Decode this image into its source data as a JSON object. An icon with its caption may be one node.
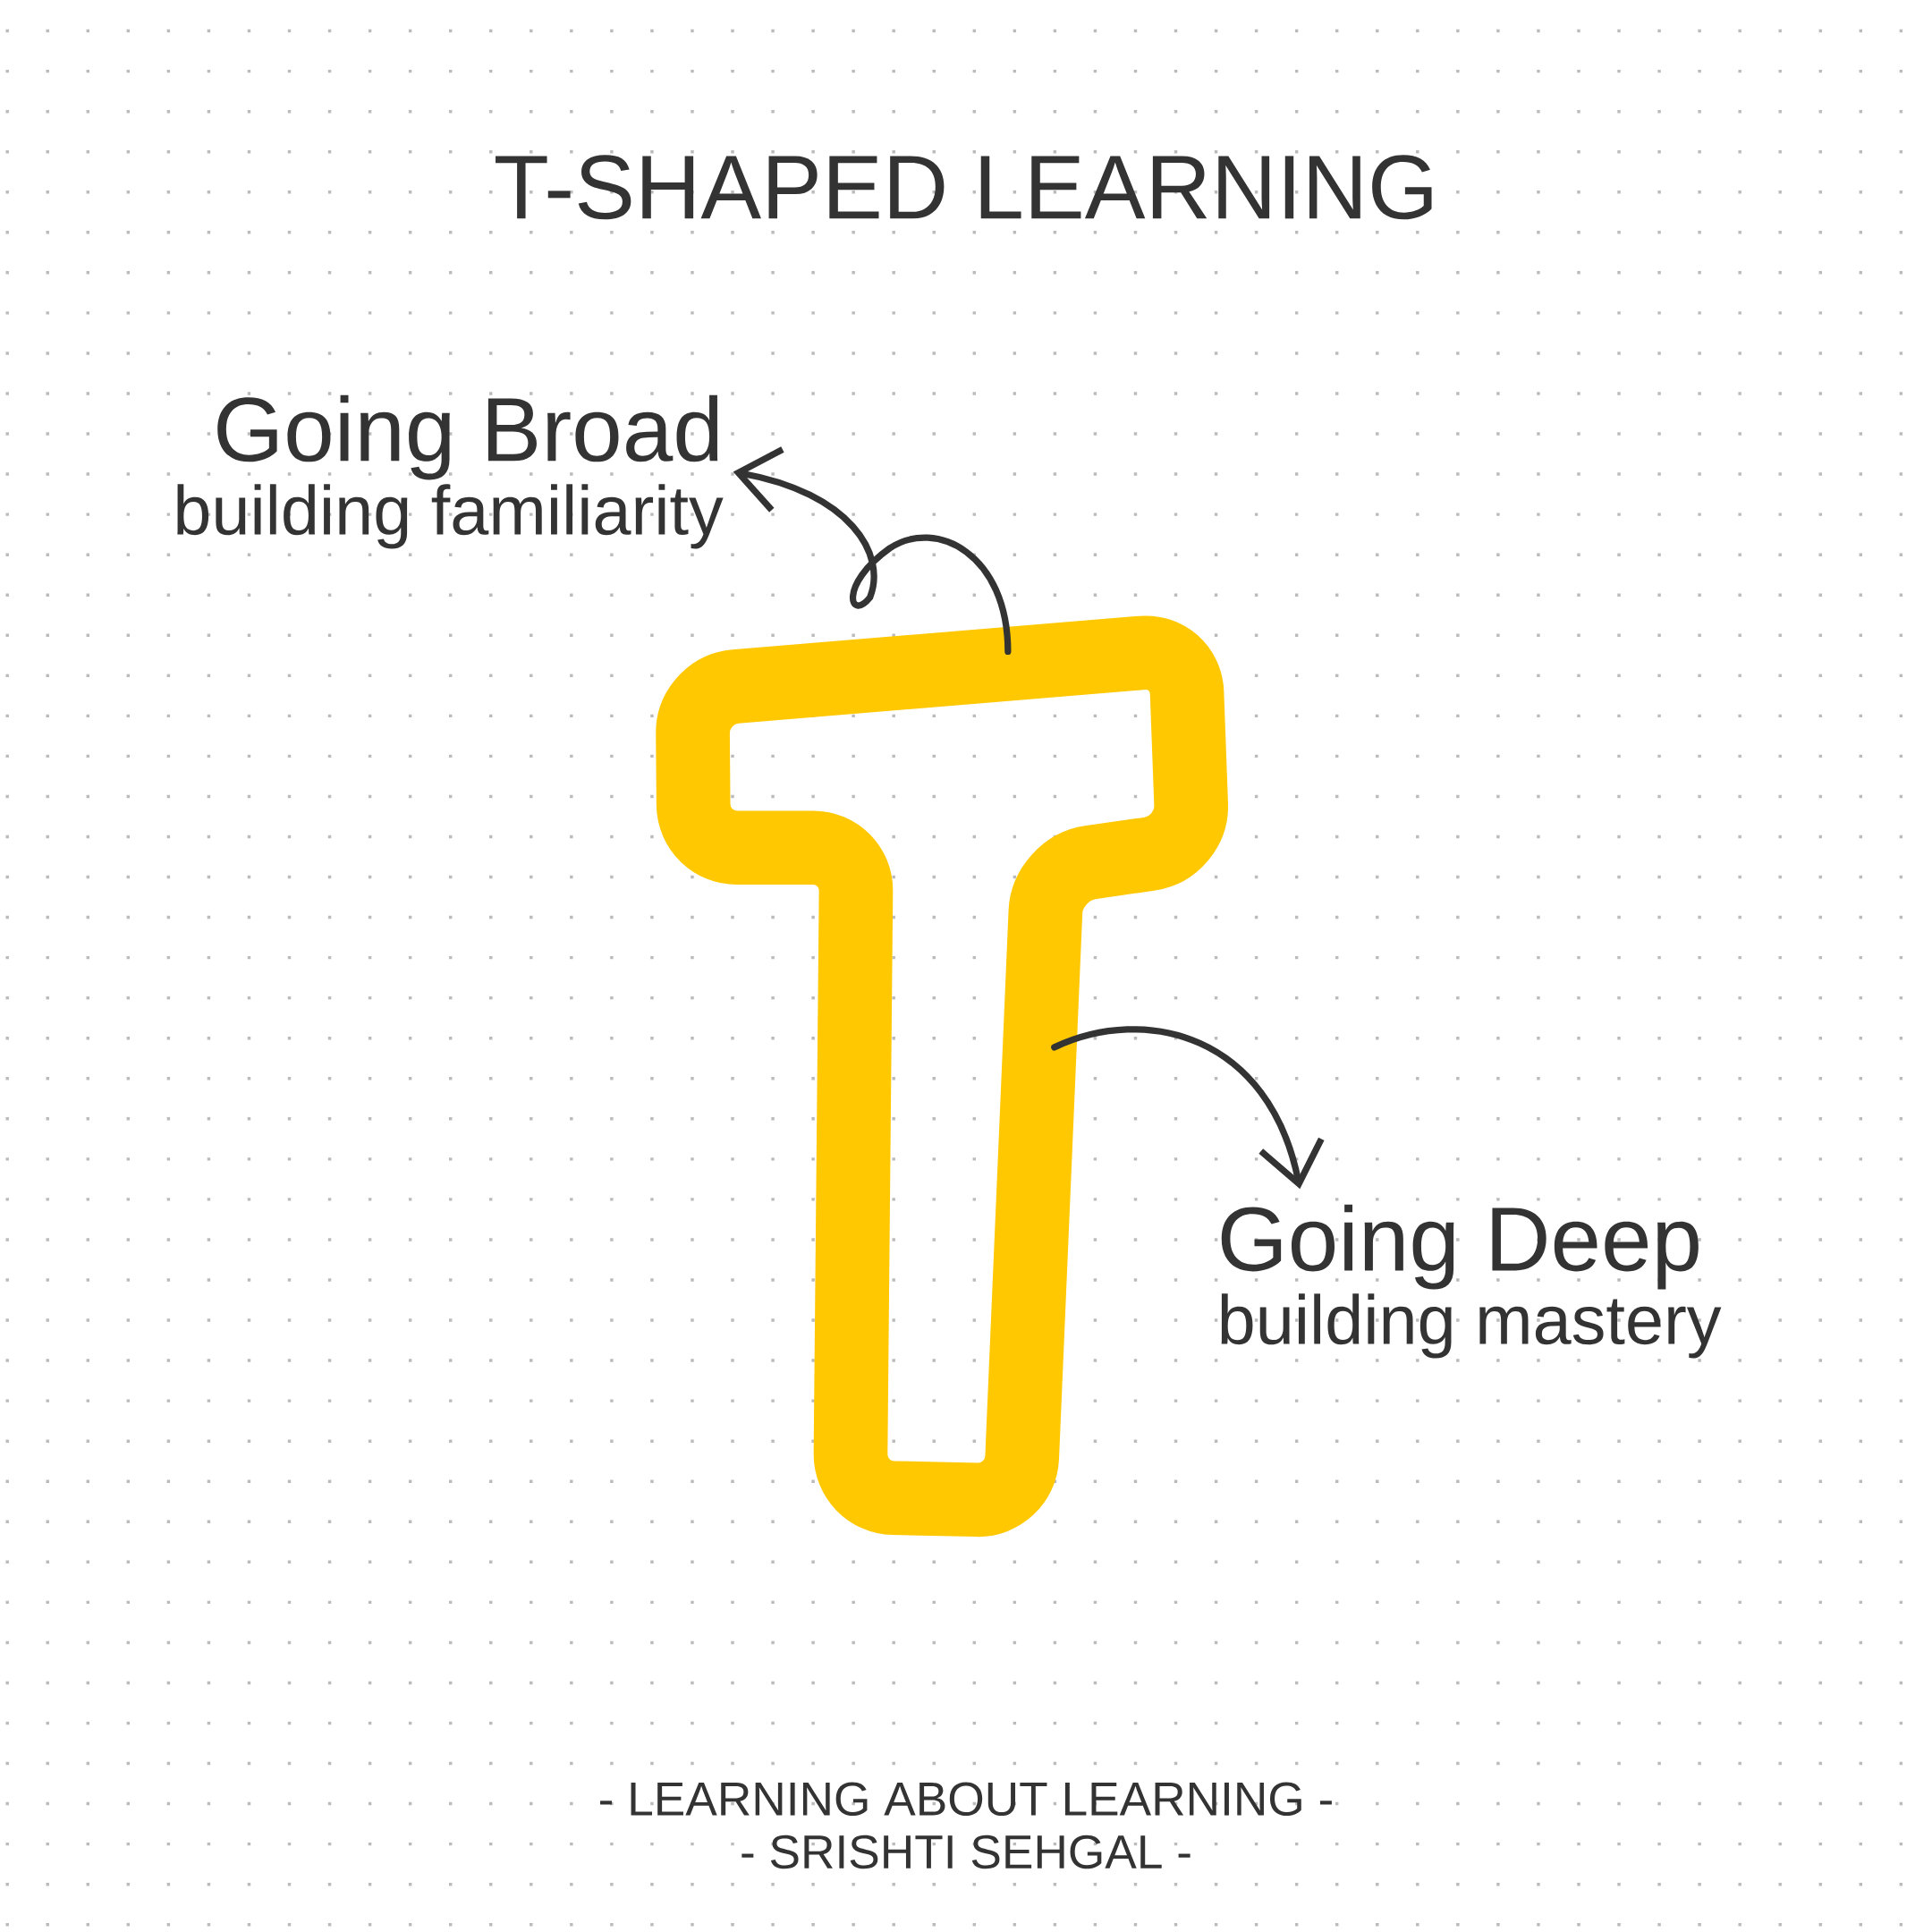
{
  "diagram": {
    "title": "T-SHAPED LEARNING",
    "nodes": [
      {
        "text": [
          "Going Broad",
          "building familiarity"
        ]
      },
      {
        "text": [],
        "shape": "picture"
      },
      {
        "text": [
          "Going Deep",
          "building mastery"
        ]
      }
    ],
    "edges": [
      {
        "from": 1,
        "to": 0,
        "arrow": "to"
      },
      {
        "from": 1,
        "to": 2,
        "arrow": "to"
      }
    ],
    "labels": [
      "- LEARNING ABOUT LEARNING -",
      "- SRISHTI SEHGAL -"
    ]
  }
}
